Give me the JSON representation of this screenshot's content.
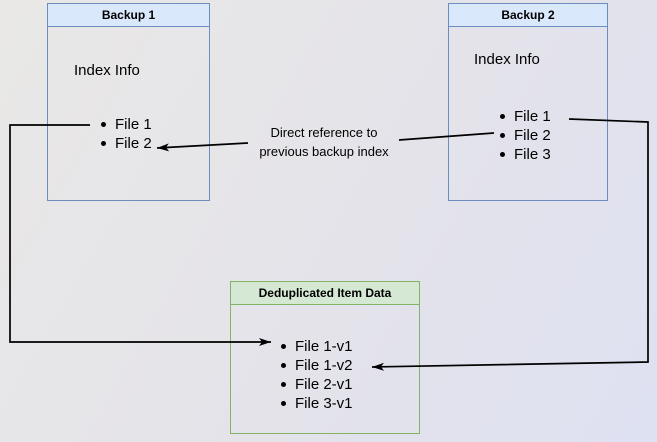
{
  "colors": {
    "blue_header": "#dae8fc",
    "blue_border": "#6c8ebf",
    "green_header": "#d5e8d4",
    "green_border": "#82b366",
    "arrow": "#000000"
  },
  "backup1": {
    "title": "Backup 1",
    "label": "Index Info",
    "items": [
      "File 1",
      "File 2"
    ]
  },
  "backup2": {
    "title": "Backup 2",
    "label": "Index Info",
    "items": [
      "File 1",
      "File 2",
      "File 3"
    ]
  },
  "dedup": {
    "title": "Deduplicated Item Data",
    "items": [
      "File 1-v1",
      "File 1-v2",
      "File 2-v1",
      "File 3-v1"
    ]
  },
  "edge_label": {
    "line1": "Direct reference to",
    "line2": "previous backup index"
  }
}
